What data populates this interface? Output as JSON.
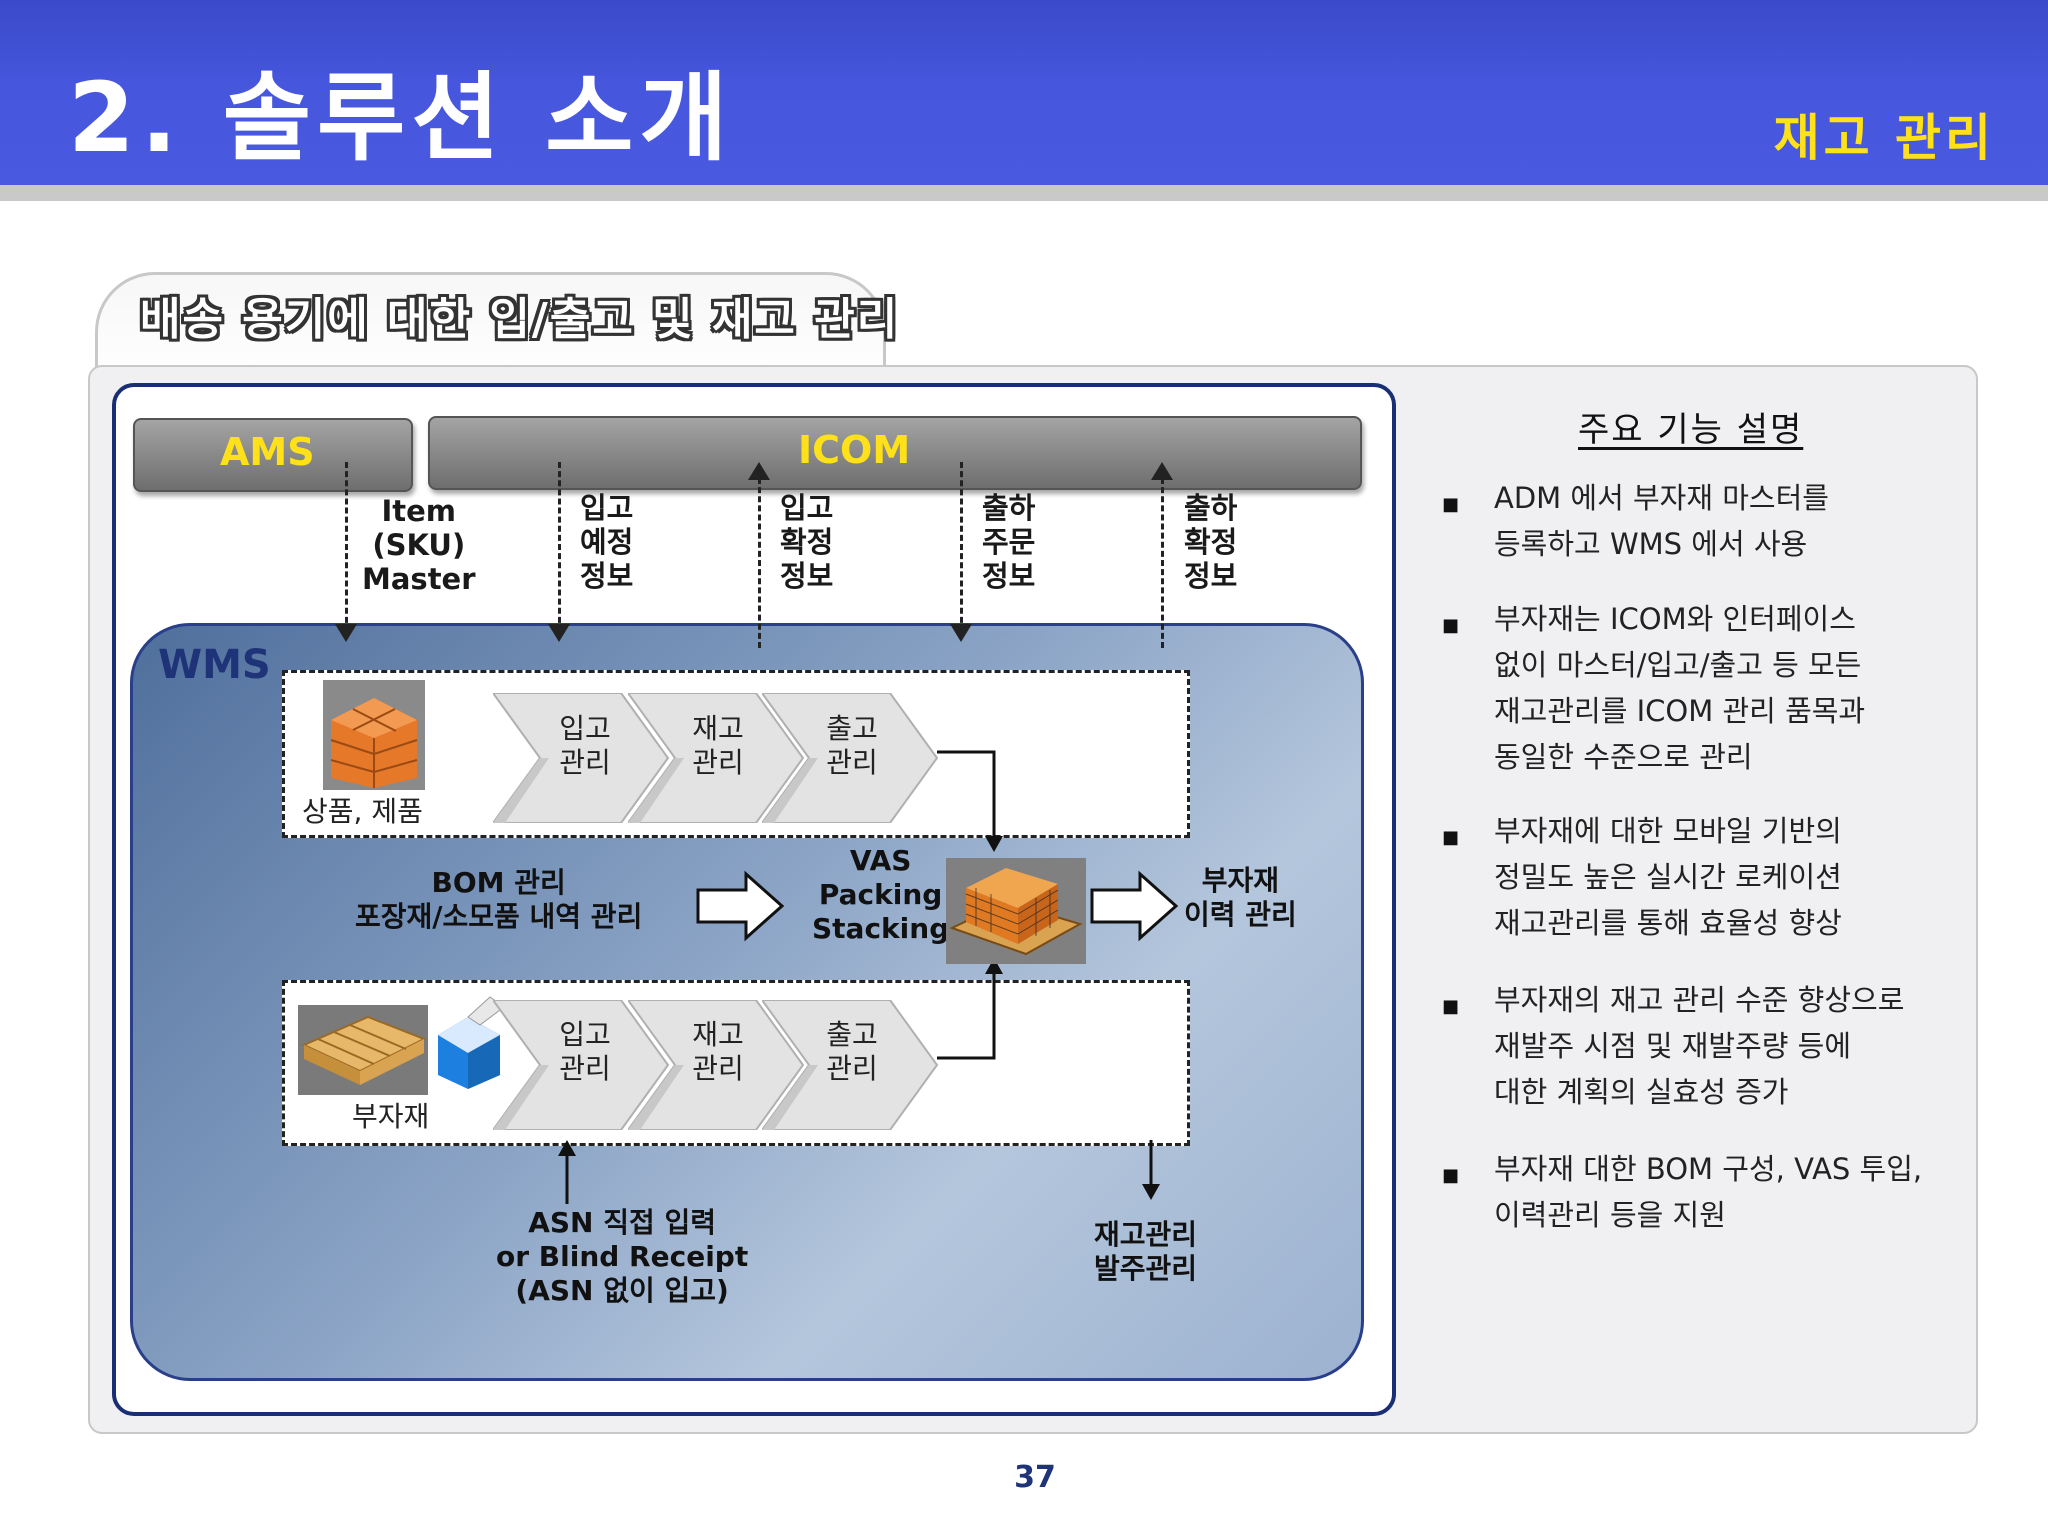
{
  "header": {
    "title": "2. 솔루션 소개",
    "topic": "재고 관리"
  },
  "tab": {
    "title": "배송 용기에 대한 입/출고 및 재고 관리"
  },
  "diagram": {
    "ams": "AMS",
    "icom": "ICOM",
    "wms": "WMS",
    "flows": [
      [
        "Item",
        "(SKU)",
        "Master"
      ],
      [
        "입고",
        "예정",
        "정보"
      ],
      [
        "입고",
        "확정",
        "정보"
      ],
      [
        "출하",
        "주문",
        "정보"
      ],
      [
        "출하",
        "확정",
        "정보"
      ]
    ],
    "top_lane": {
      "caption": "상품, 제품",
      "steps": [
        [
          "입고",
          "관리"
        ],
        [
          "재고",
          "관리"
        ],
        [
          "출고",
          "관리"
        ]
      ]
    },
    "bottom_lane": {
      "caption": "부자재",
      "steps": [
        [
          "입고",
          "관리"
        ],
        [
          "재고",
          "관리"
        ],
        [
          "출고",
          "관리"
        ]
      ]
    },
    "bom": [
      "BOM 관리",
      "포장재/소모품 내역 관리"
    ],
    "vas": [
      "VAS",
      "Packing",
      "Stacking"
    ],
    "history": [
      "부자재",
      "이력 관리"
    ],
    "asn": [
      "ASN 직접 입력",
      "or Blind Receipt",
      "(ASN 없이 입고)"
    ],
    "reorder": [
      "재고관리",
      "발주관리"
    ]
  },
  "features": {
    "title": "주요 기능 설명",
    "items": [
      [
        "ADM 에서 부자재 마스터를",
        "등록하고 WMS 에서 사용"
      ],
      [
        "부자재는 ICOM와 인터페이스",
        "없이 마스터/입고/출고 등 모든",
        "재고관리를 ICOM 관리 품목과",
        "동일한 수준으로 관리"
      ],
      [
        "부자재에 대한 모바일 기반의",
        "정밀도 높은 실시간 로케이션",
        "재고관리를 통해 효율성 향상"
      ],
      [
        "부자재의 재고 관리 수준 향상으로",
        "재발주 시점 및 재발주량 등에",
        "대한 계획의 실효성 증가"
      ],
      [
        "부자재 대한 BOM 구성, VAS 투입,",
        "이력관리 등을 지원"
      ]
    ]
  },
  "page_number": "37",
  "colors": {
    "header_blue": "#4656dd",
    "topic_yellow": "#ffe11a",
    "frame_navy": "#1a2e75"
  }
}
